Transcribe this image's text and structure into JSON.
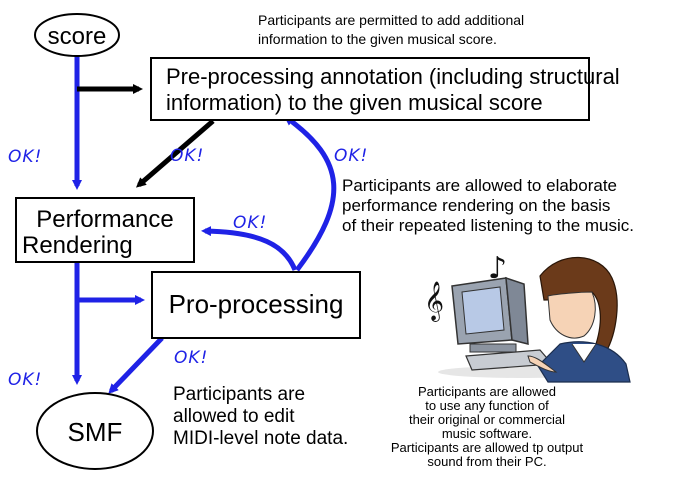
{
  "nodes": {
    "score": "score",
    "preprocess_line1": "Pre-processing annotation (including structural",
    "preprocess_line2": "information) to the given musical score",
    "performance_line1": "Performance",
    "performance_line2": "Rendering",
    "proprocess": "Pro-processing",
    "smf": "SMF"
  },
  "notes": {
    "top_line1": "Participants are permitted to add additional",
    "top_line2": "information to the given musical score.",
    "elaborate_line1": "Participants are allowed to elaborate",
    "elaborate_line2": "performance rendering on the basis",
    "elaborate_line3": "of their repeated listening to the music.",
    "edit_line1": "Participants are",
    "edit_line2": "allowed to edit",
    "edit_line3": "MIDI-level note data.",
    "software_line1": "Participants are allowed",
    "software_line2": "to use any function of",
    "software_line3": "their original or commercial",
    "software_line4": "music software.",
    "software_line5": "Participants are allowed tp output",
    "software_line6": "sound from their PC."
  },
  "ok_labels": {
    "ok1": "OK!",
    "ok2": "OK!",
    "ok3": "OK!",
    "ok4": "OK!",
    "ok5": "OK!",
    "ok6": "OK!"
  },
  "colors": {
    "blue_arrow": "#1f22e6",
    "black_arrow": "#000000"
  },
  "icons": [
    "treble-clef-icon",
    "music-note-icon"
  ]
}
